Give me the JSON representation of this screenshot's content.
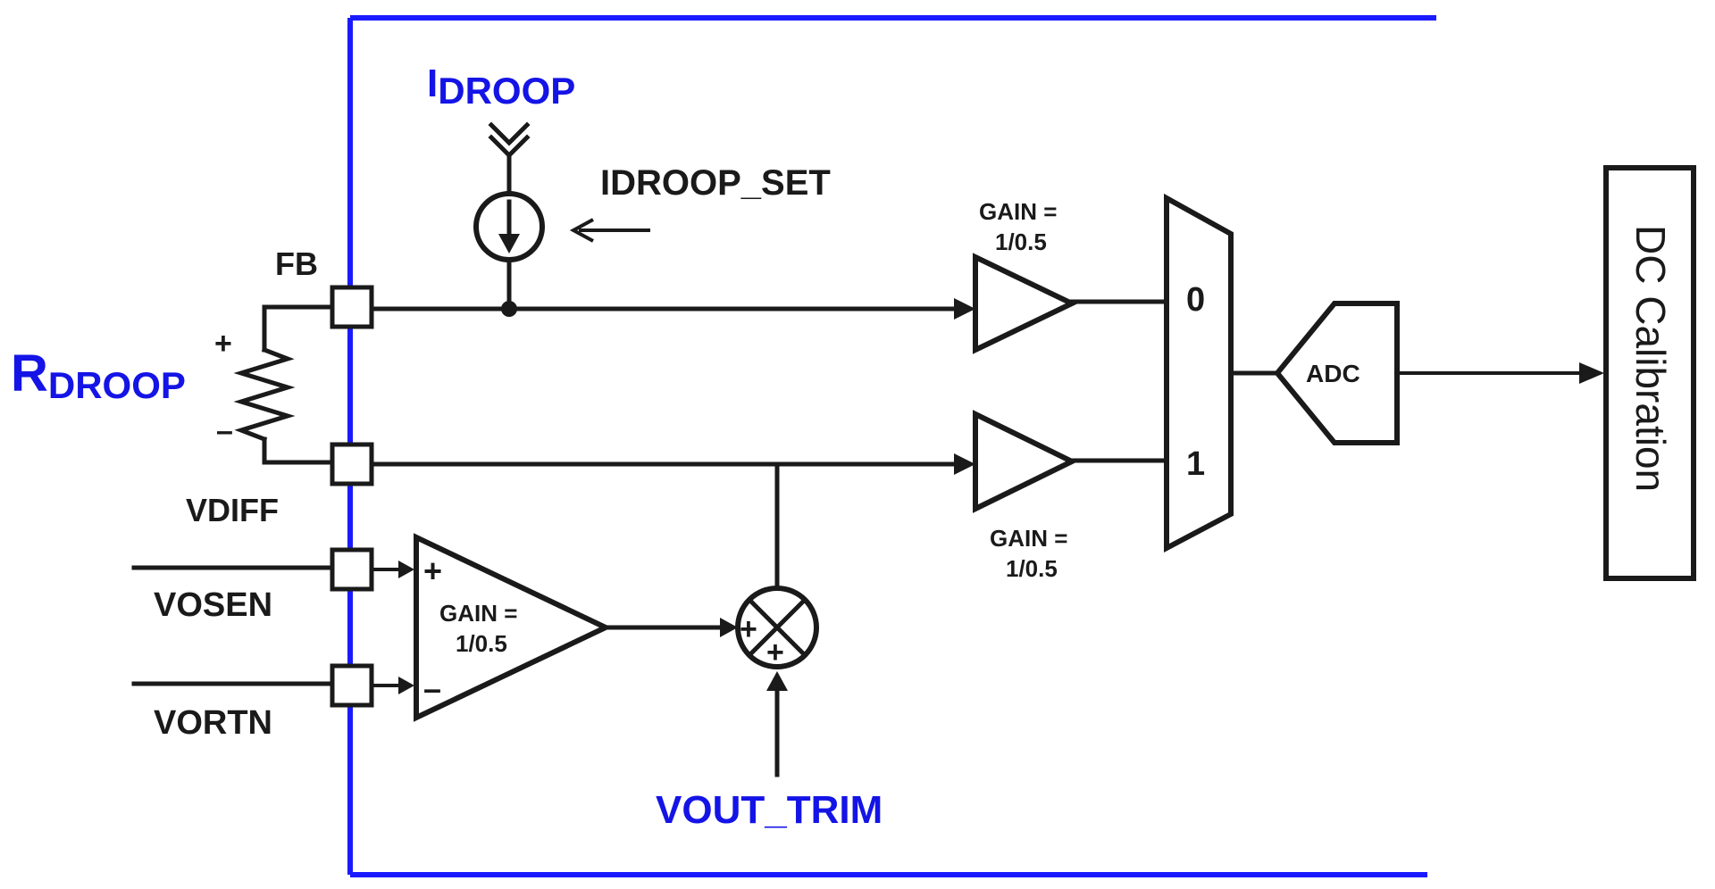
{
  "colors": {
    "chip_border": "#1a1aff",
    "accent_text": "#1414e6",
    "ink": "#1a1a1a"
  },
  "labels": {
    "idroop_main": "I",
    "idroop_sub": "DROOP",
    "idroop_set": "IDROOP_SET",
    "rdroop_main": "R",
    "rdroop_sub": "DROOP",
    "plus": "+",
    "minus": "–",
    "fb": "FB",
    "vdiff": "VDIFF",
    "vosen": "VOSEN",
    "vortn": "VORTN",
    "vout_trim": "VOUT_TRIM",
    "dc_calibration": "DC Calibration",
    "adc": "ADC",
    "mux_in0": "0",
    "mux_in1": "1",
    "gain_top_line1": "GAIN =",
    "gain_top_line2": "1/0.5",
    "gain_bottom_line1": "GAIN =",
    "gain_bottom_line2": "1/0.5",
    "gain_diff_line1": "GAIN =",
    "gain_diff_line2": "1/0.5",
    "diff_plus": "+",
    "diff_minus": "–",
    "sum_plus_left": "+",
    "sum_plus_bottom": "+"
  }
}
